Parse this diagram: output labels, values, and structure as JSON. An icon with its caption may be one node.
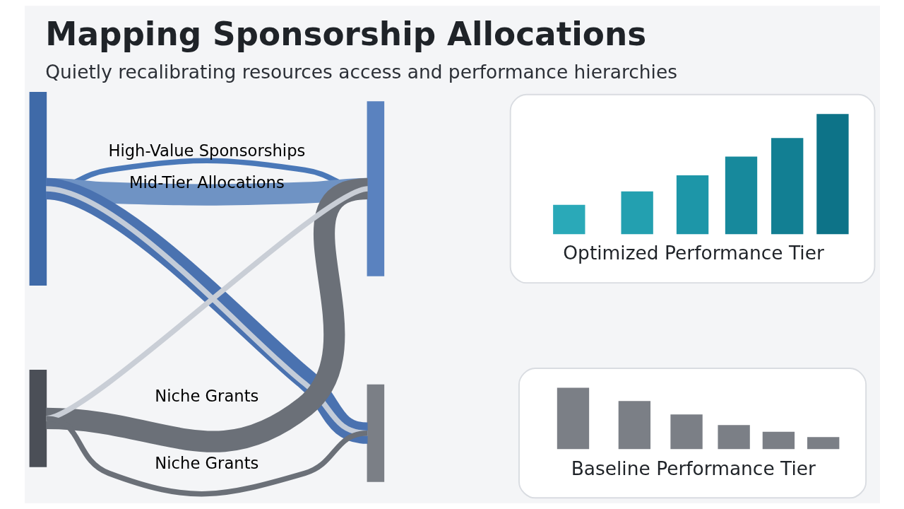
{
  "diagram": {
    "title": "Mapping Sponsorship Allocations",
    "caption": "Quietly recalibrating resources access and performance hierarchies",
    "nodes": [
      {
        "text": [],
        "shape": "bar"
      },
      {
        "text": [],
        "shape": "bar"
      },
      {
        "text": [],
        "shape": "bar"
      },
      {
        "text": [],
        "shape": "bar"
      },
      {
        "text": [
          "Optimized Performance Tier"
        ]
      },
      {
        "text": [
          "Baseline Performance Tier"
        ]
      }
    ],
    "edges": [
      {
        "from": 0,
        "to": 2,
        "arrow": "none",
        "label": "High-Value Sponsorships",
        "color": "#4a78b8"
      },
      {
        "from": 0,
        "to": 3,
        "arrow": "none",
        "style": "thick",
        "color": "#4a72b0"
      },
      {
        "from": 0,
        "to": 2,
        "arrow": "none",
        "label": "Mid-Tier Allocations",
        "style": "thick",
        "color": "#6f93c4"
      },
      {
        "from": 0,
        "to": 3,
        "arrow": "none",
        "color": "#c3ccd9"
      },
      {
        "from": 1,
        "to": 2,
        "arrow": "none",
        "label": "Niche Grants",
        "style": "thick"
      },
      {
        "from": 1,
        "to": 2,
        "arrow": "none",
        "color": "#c9ced6"
      },
      {
        "from": 1,
        "to": 3,
        "arrow": "none",
        "label": "Niche Grants"
      }
    ]
  }
}
